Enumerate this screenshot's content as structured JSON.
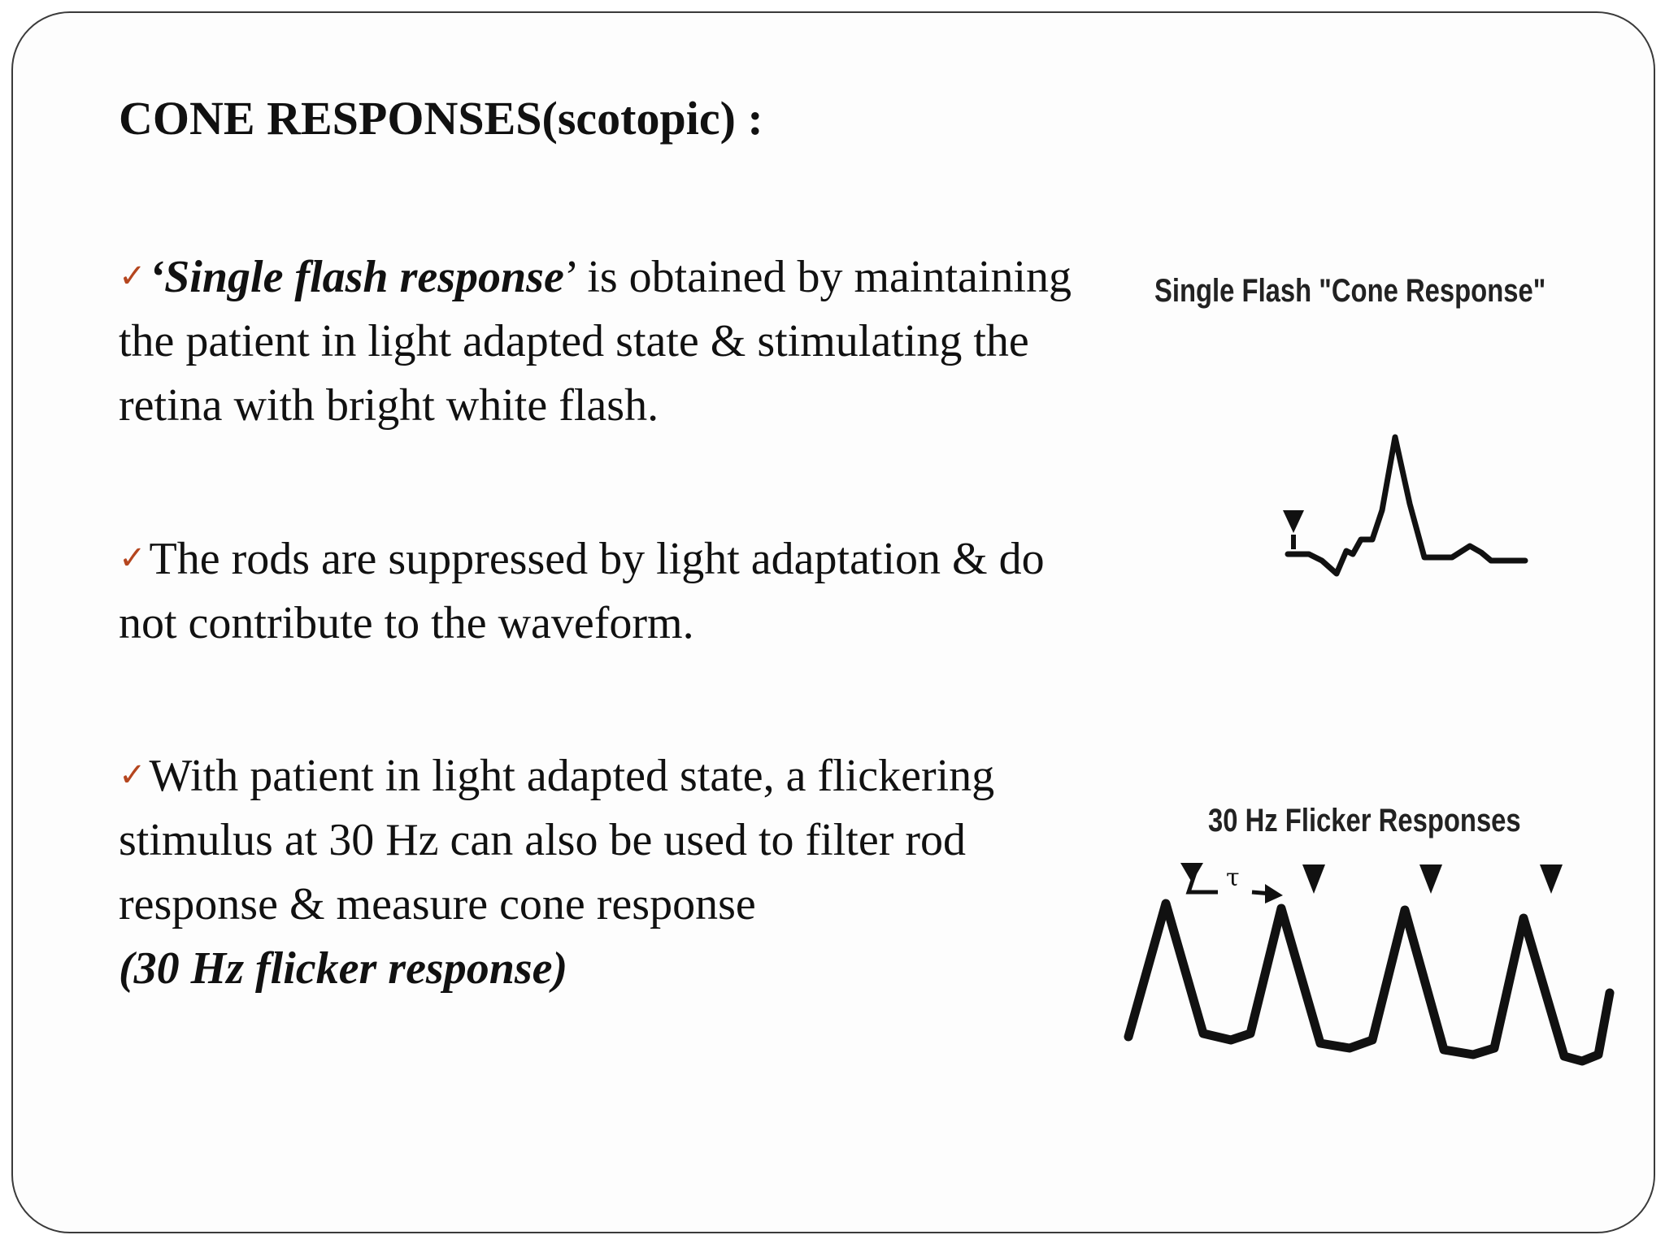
{
  "slide": {
    "title": "CONE RESPONSES(scotopic) :",
    "bullets": [
      {
        "check": "✓",
        "lead_italic": "‘Single flash response",
        "lead_close": "’",
        "rest": " is obtained by maintaining the patient in light adapted state & stimulating the retina with bright white flash."
      },
      {
        "check": "✓",
        "text": "The rods are suppressed by light adaptation & do not contribute to the waveform."
      },
      {
        "check": "✓",
        "text": "With patient in light adapted state, a flickering stimulus at 30 Hz can also be used to filter rod response & measure cone response",
        "tail_italic": "(30 Hz flicker response)"
      }
    ]
  },
  "figures": {
    "single_flash_label": "Single Flash \"Cone Response\"",
    "flicker_label": "30 Hz Flicker Responses",
    "tau_symbol": "τ",
    "accent_color": "#b5461f"
  }
}
